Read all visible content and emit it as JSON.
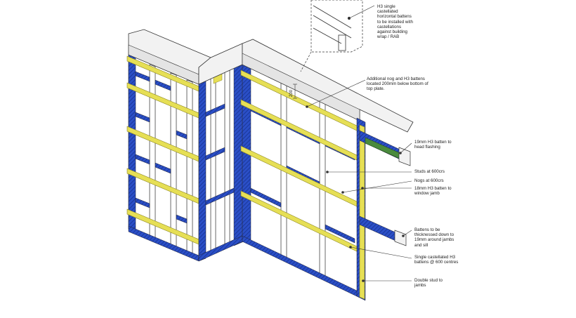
{
  "colors": {
    "frame": "#2b4fc7",
    "hatch": "#17328f",
    "batten": "#e6df55",
    "batten_edge": "#8c8620",
    "plate": "#f2f2f2",
    "line": "#333333",
    "flashing": "#4a8a3c"
  },
  "annotations": {
    "detail": [
      "H3 single",
      "castellated",
      "horizontal battens",
      "to be installed with",
      "castellations",
      "against building",
      "wrap / RAB"
    ],
    "nog": [
      "Additional nog and H3 battens",
      "located 200mm below bottom of",
      "top plate."
    ],
    "dim_200": "200",
    "head": [
      "19mm H3 batten to",
      "head flashing"
    ],
    "studs": [
      "Studs at 600crs"
    ],
    "nogs": [
      "Nogs at 600crs"
    ],
    "jamb": [
      "18mm H3 batten to",
      "window jamb"
    ],
    "thickness": [
      "Battens to be",
      "thicknessed down to",
      "19mm around jambs",
      "and sill"
    ],
    "single": [
      "Single castellated H3",
      "battens @ 600 centres"
    ],
    "double": [
      "Double stud to",
      "jambs"
    ]
  }
}
